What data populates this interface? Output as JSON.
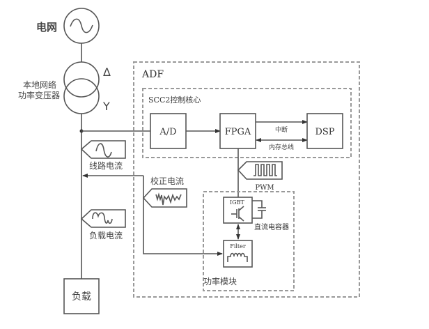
{
  "diagram": {
    "grid": {
      "label": "电网",
      "icon": "ac-source-icon"
    },
    "transformer": {
      "label_line1": "本地网络",
      "label_line2": "功率变压器",
      "primary": "Δ",
      "secondary": "Y",
      "icon": "transformer-icon"
    },
    "adf": {
      "label": "ADF"
    },
    "control_core": {
      "label": "SCC2控制核心"
    },
    "blocks": {
      "ad": "A/D",
      "fpga": "FPGA",
      "dsp": "DSP",
      "igbt": "IGBT",
      "filter": "Filter",
      "load": "负载"
    },
    "links": {
      "interrupt": "中断",
      "memory_bus": "内存总线"
    },
    "signals": {
      "line_current": "线路电流",
      "correction_current": "校正电流",
      "load_current": "负载电流",
      "pwm": "PWM",
      "dc_capacitor": "直流电容器"
    },
    "power_module": {
      "label": "功率模块"
    }
  }
}
